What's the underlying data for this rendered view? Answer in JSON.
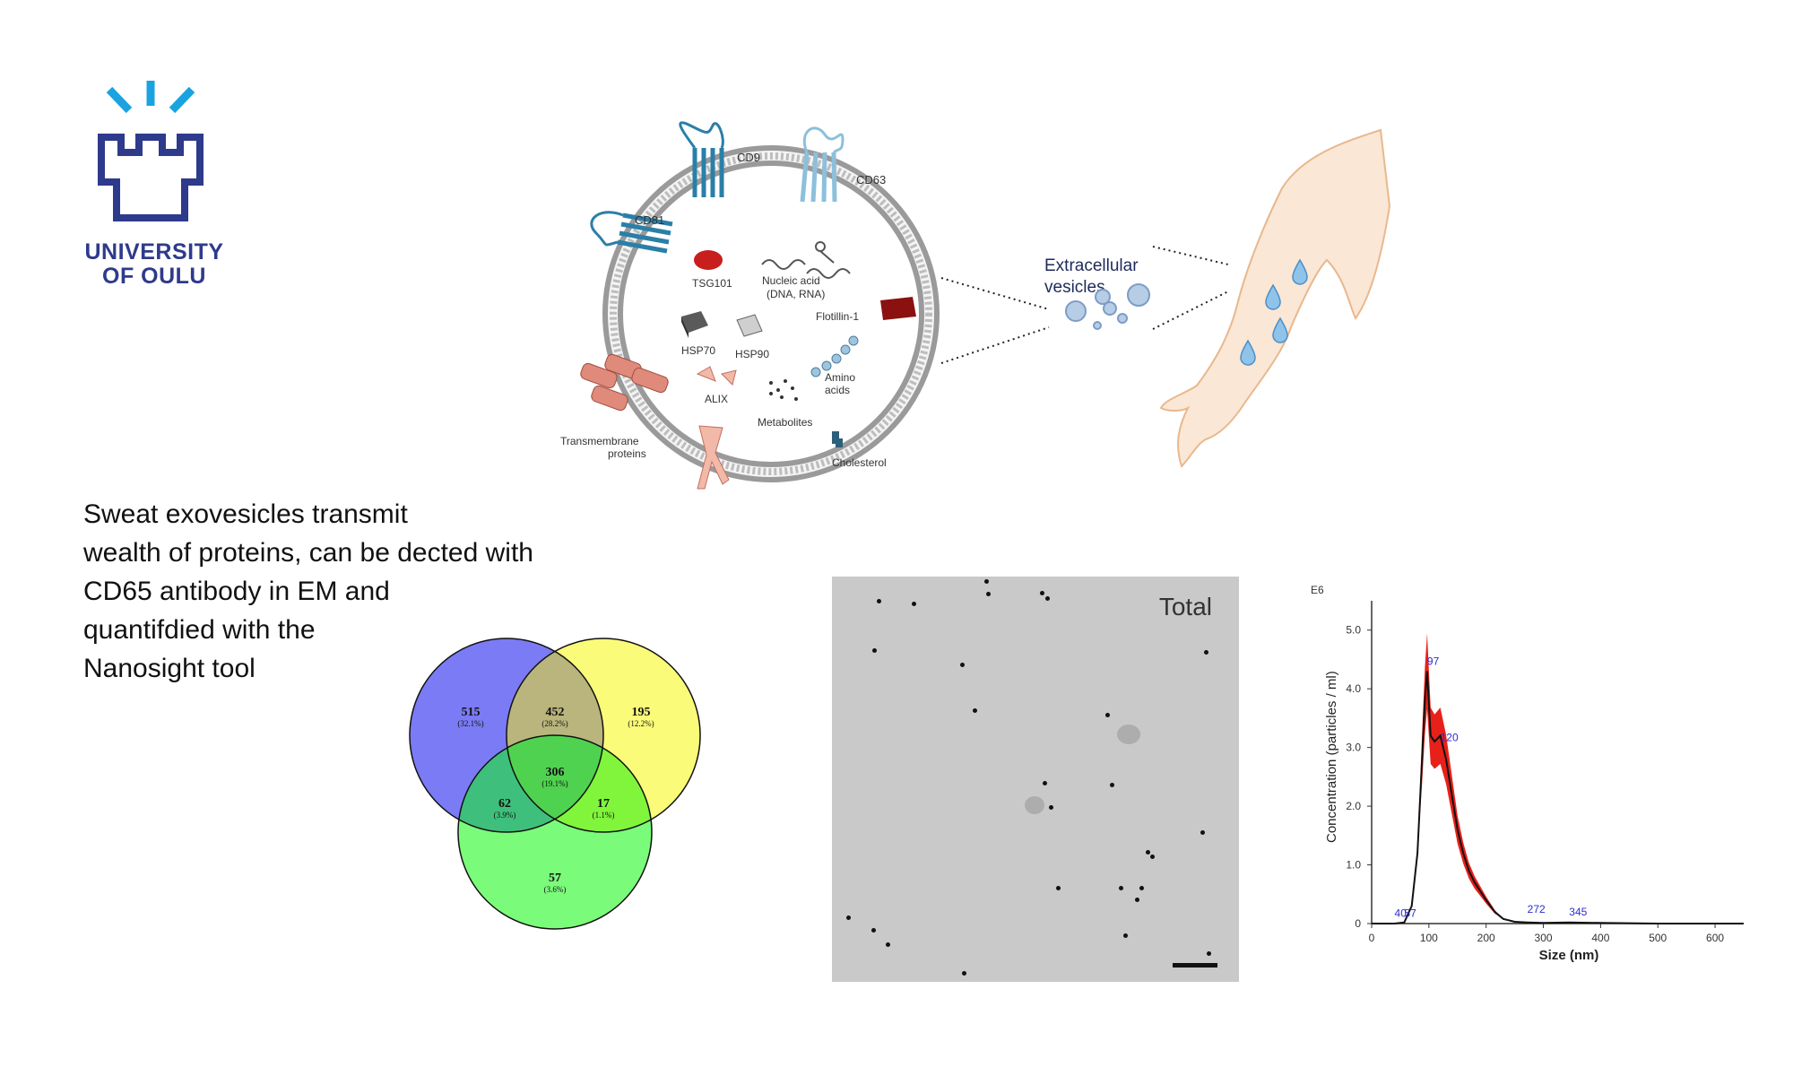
{
  "logo": {
    "line1": "UNIVERSITY",
    "line2": "OF OULU"
  },
  "headline": [
    "Sweat exovesicles transmit",
    "wealth of proteins, can be dected with",
    "CD65 antibody in EM and",
    "quantifdied with the",
    "Nanosight tool"
  ],
  "vesicle_diagram": {
    "labels": {
      "cd9": "CD9",
      "cd63": "CD63",
      "cd81": "CD81",
      "tsg101": "TSG101",
      "nucleic_acid_1": "Nucleic acid",
      "nucleic_acid_2": "(DNA, RNA)",
      "flotillin": "Flotillin-1",
      "hsp70": "HSP70",
      "hsp90": "HSP90",
      "amino_1": "Amino",
      "amino_2": "acids",
      "alix": "ALIX",
      "metabolites": "Metabolites",
      "transmembrane_1": "Transmembrane",
      "transmembrane_2": "proteins",
      "cholesterol": "Cholesterol",
      "ev_1": "Extracellular",
      "ev_2": "vesicles"
    }
  },
  "venn": {
    "regions": {
      "a_only": {
        "count": "515",
        "pct": "(32.1%)"
      },
      "ab": {
        "count": "452",
        "pct": "(28.2%)"
      },
      "b_only": {
        "count": "195",
        "pct": "(12.2%)"
      },
      "abc": {
        "count": "306",
        "pct": "(19.1%)"
      },
      "ac": {
        "count": "62",
        "pct": "(3.9%)"
      },
      "bc": {
        "count": "17",
        "pct": "(1.1%)"
      },
      "c_only": {
        "count": "57",
        "pct": "(3.6%)"
      }
    },
    "colors": {
      "a": "#7b7bf5",
      "b": "#fbfb7a",
      "c": "#7bfb7a",
      "ab": "#b9b57c",
      "ac": "#3fbf7c",
      "bc": "#80f53c",
      "abc": "#4fd24f"
    }
  },
  "em_image": {
    "label": "Total"
  },
  "nta_chart": {
    "exponent": "E6",
    "ylabel": "Concentration (particles / ml)",
    "xlabel": "Size (nm)",
    "yticks": [
      "0",
      "1.0",
      "2.0",
      "3.0",
      "4.0",
      "5.0"
    ],
    "xticks": [
      "0",
      "100",
      "200",
      "300",
      "400",
      "500",
      "600"
    ],
    "peaks": [
      "40",
      "57",
      "97",
      "120",
      "272",
      "345"
    ],
    "colors": {
      "band": "#e8201a",
      "line": "#111111",
      "peak_text": "#2b2bd6"
    }
  },
  "chart_data": {
    "type": "line",
    "title": "",
    "xlabel": "Size (nm)",
    "ylabel": "Concentration (particles / ml)",
    "xlim": [
      0,
      650
    ],
    "ylim": [
      0,
      5.5
    ],
    "y_unit_multiplier": "E6",
    "series": [
      {
        "x": [
          0,
          40,
          57,
          70,
          80,
          88,
          93,
          97,
          103,
          110,
          120,
          130,
          140,
          150,
          160,
          170,
          180,
          190,
          200,
          215,
          230,
          250,
          272,
          300,
          345,
          400,
          500,
          600,
          650
        ],
        "values": [
          0,
          0,
          0.02,
          0.3,
          1.2,
          2.8,
          3.8,
          4.3,
          3.2,
          3.1,
          3.2,
          2.8,
          2.2,
          1.6,
          1.2,
          0.9,
          0.7,
          0.55,
          0.4,
          0.2,
          0.08,
          0.03,
          0.02,
          0.01,
          0.02,
          0.01,
          0.0,
          0.0,
          0.0
        ]
      }
    ],
    "peak_labels": [
      "40",
      "57",
      "97",
      "120",
      "272",
      "345"
    ]
  }
}
